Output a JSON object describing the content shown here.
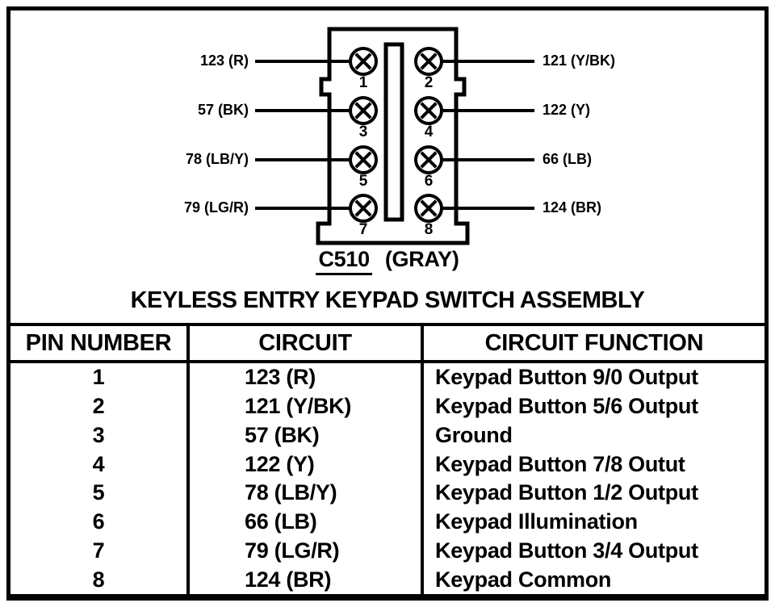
{
  "colors": {
    "ink": "#000000",
    "paper": "#ffffff"
  },
  "connector": {
    "id": "C510",
    "color_label": "(GRAY)",
    "title": "KEYLESS ENTRY KEYPAD SWITCH ASSEMBLY"
  },
  "pins": [
    {
      "number": "1",
      "wire": "123 (R)"
    },
    {
      "number": "2",
      "wire": "121 (Y/BK)"
    },
    {
      "number": "3",
      "wire": "57 (BK)"
    },
    {
      "number": "4",
      "wire": "122 (Y)"
    },
    {
      "number": "5",
      "wire": "78 (LB/Y)"
    },
    {
      "number": "6",
      "wire": "66 (LB)"
    },
    {
      "number": "7",
      "wire": "79 (LG/R)"
    },
    {
      "number": "8",
      "wire": "124 (BR)"
    }
  ],
  "table": {
    "headers": [
      "PIN NUMBER",
      "CIRCUIT",
      "CIRCUIT FUNCTION"
    ],
    "rows": [
      {
        "pin": "1",
        "circuit": "123 (R)",
        "function": "Keypad Button 9/0 Output"
      },
      {
        "pin": "2",
        "circuit": "121 (Y/BK)",
        "function": "Keypad Button 5/6 Output"
      },
      {
        "pin": "3",
        "circuit": "57 (BK)",
        "function": "Ground"
      },
      {
        "pin": "4",
        "circuit": "122 (Y)",
        "function": "Keypad Button 7/8 Outut"
      },
      {
        "pin": "5",
        "circuit": "78 (LB/Y)",
        "function": "Keypad Button 1/2 Output"
      },
      {
        "pin": "6",
        "circuit": "66 (LB)",
        "function": "Keypad Illumination"
      },
      {
        "pin": "7",
        "circuit": "79 (LG/R)",
        "function": "Keypad Button 3/4 Output"
      },
      {
        "pin": "8",
        "circuit": "124 (BR)",
        "function": "Keypad Common"
      }
    ]
  }
}
